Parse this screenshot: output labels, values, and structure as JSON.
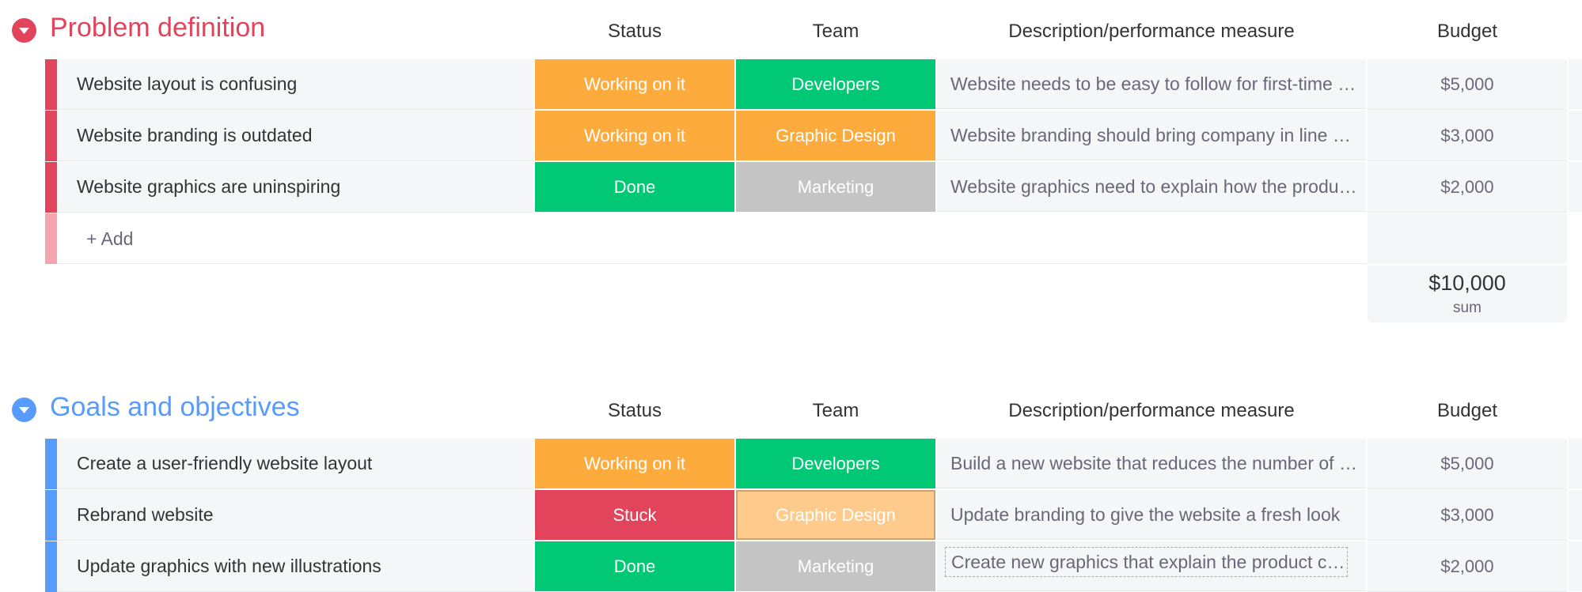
{
  "colors": {
    "working_on_it": "#fdab3d",
    "done": "#00c875",
    "stuck": "#e2445c",
    "developers": "#00c875",
    "graphic_design": "#fdab3d",
    "graphic_design_light": "#ffcb8c",
    "marketing": "#c4c4c4",
    "group_red": "#e2445c",
    "group_blue": "#579bfc"
  },
  "columns": {
    "status": "Status",
    "team": "Team",
    "description": "Description/performance measure",
    "budget": "Budget"
  },
  "groups": [
    {
      "title": "Problem definition",
      "color": "#e2445c",
      "collapse_icon": "chevron-down-icon",
      "rows": [
        {
          "name": "Website layout is confusing",
          "status": "Working on it",
          "status_color": "#fdab3d",
          "team": "Developers",
          "team_color": "#00c875",
          "description": "Website needs to be easy to follow for first-time users",
          "budget": "$5,000"
        },
        {
          "name": "Website branding is outdated",
          "status": "Working on it",
          "status_color": "#fdab3d",
          "team": "Graphic Design",
          "team_color": "#fdab3d",
          "description": "Website branding should bring company in line with the new brand",
          "budget": "$3,000"
        },
        {
          "name": "Website graphics are uninspiring",
          "status": "Done",
          "status_color": "#00c875",
          "team": "Marketing",
          "team_color": "#c4c4c4",
          "description": "Website graphics need to explain how the product works",
          "budget": "$2,000"
        }
      ],
      "add_label": "+ Add",
      "summary": {
        "value": "$10,000",
        "label": "sum"
      }
    },
    {
      "title": "Goals and objectives",
      "color": "#579bfc",
      "collapse_icon": "chevron-down-icon",
      "rows": [
        {
          "name": "Create a user-friendly website layout",
          "status": "Working on it",
          "status_color": "#fdab3d",
          "team": "Developers",
          "team_color": "#00c875",
          "description": "Build a new website that reduces the number of support tickets",
          "budget": "$5,000"
        },
        {
          "name": "Rebrand website",
          "status": "Stuck",
          "status_color": "#e2445c",
          "team": "Graphic Design",
          "team_color": "#ffcb8c",
          "description": "Update branding to give the website a fresh look",
          "budget": "$3,000"
        },
        {
          "name": "Update graphics with new illustrations",
          "status": "Done",
          "status_color": "#00c875",
          "team": "Marketing",
          "team_color": "#c4c4c4",
          "description": "Create new graphics that explain the product clearly",
          "budget": "$2,000"
        }
      ]
    }
  ]
}
